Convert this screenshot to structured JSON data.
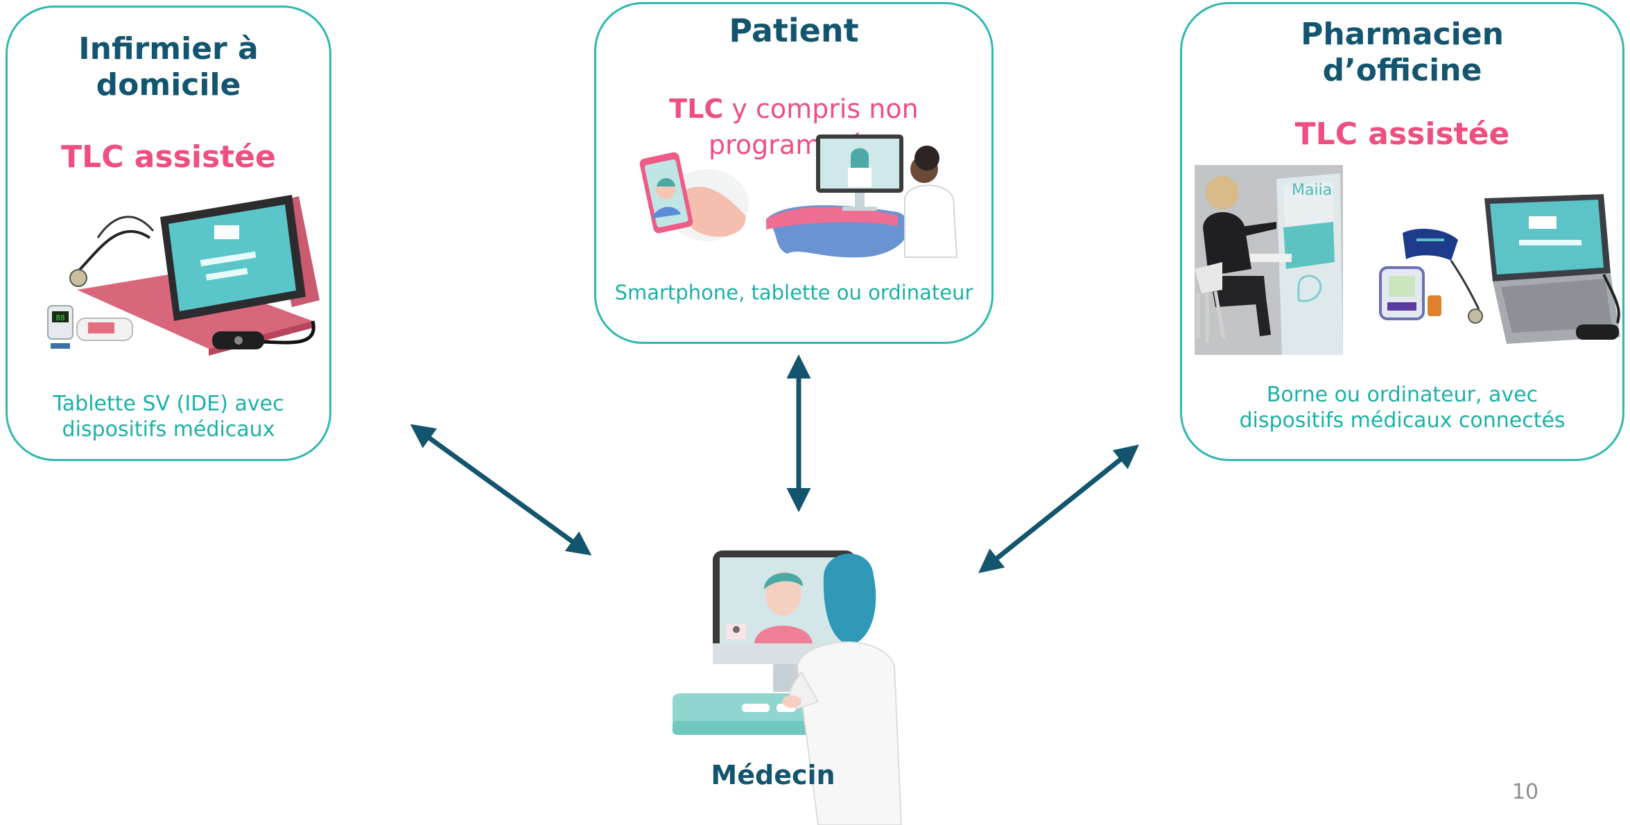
{
  "cards": {
    "infirmier": {
      "title_line1": "Infirmier à",
      "title_line2": "domicile",
      "mode": "TLC assistée",
      "caption_line1": "Tablette SV (IDE) avec",
      "caption_line2": "dispositifs médicaux"
    },
    "patient": {
      "title": "Patient",
      "mode_strong": "TLC",
      "mode_rest": " y compris non programmée",
      "caption": "Smartphone, tablette ou ordinateur"
    },
    "pharmacien": {
      "title_line1": "Pharmacien",
      "title_line2": "d’officine",
      "mode": "TLC assistée",
      "kiosk_screen_text": "Maiia",
      "caption_line1": "Borne ou ordinateur, avec",
      "caption_line2": "dispositifs médicaux connectés"
    }
  },
  "medecin": {
    "label": "Médecin"
  },
  "page_number": "10",
  "colors": {
    "teal_border": "#2fb8b0",
    "navy": "#13556e",
    "pink": "#ee4f80",
    "caption_teal": "#1bb0a7",
    "arrow": "#13556e"
  },
  "icons": [
    "tablet-kit-illustration",
    "smartphone-video-call-illustration",
    "desktop-doctor-illustration",
    "pharmacy-kiosk-photo",
    "laptop-devices-illustration",
    "doctor-at-computer-illustration"
  ]
}
